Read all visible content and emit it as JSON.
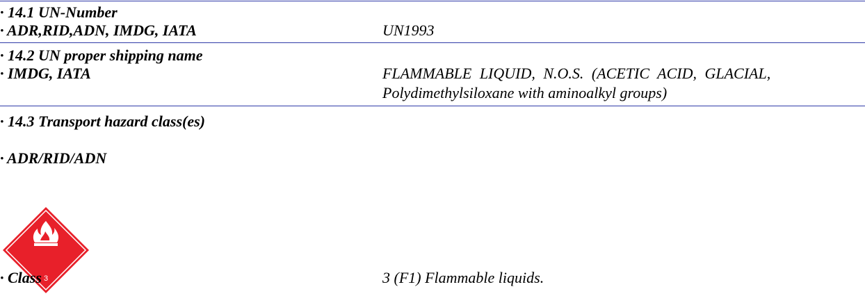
{
  "sections": {
    "s141": {
      "heading": "· 14.1 UN-Number",
      "row_label": "· ADR,RID,ADN, IMDG, IATA",
      "row_value": "UN1993"
    },
    "s142": {
      "heading": "· 14.2 UN proper shipping name",
      "row_label": "· IMDG, IATA",
      "value_line1": "FLAMMABLE LIQUID, N.O.S. (ACETIC ACID, GLACIAL,",
      "value_line2": "Polydimethylsiloxane with aminoalkyl groups)"
    },
    "s143": {
      "heading": "· 14.3 Transport hazard class(es)",
      "mode_label": "· ADR/RID/ADN",
      "placard_number": "3",
      "class_label": "· Class",
      "class_value": "3 (F1) Flammable liquids."
    }
  },
  "colors": {
    "rule": "#2f3aa8",
    "placard_red": "#e8202a",
    "placard_symbol": "#ffffff"
  },
  "icons": {
    "placard": "flammable-liquid-placard-icon"
  }
}
